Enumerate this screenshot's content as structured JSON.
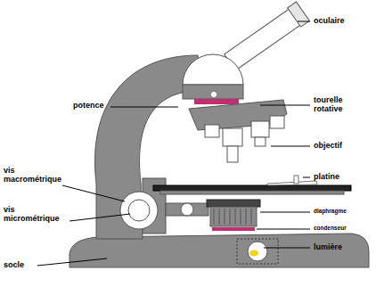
{
  "diagram": {
    "labels": [
      "oculaire",
      "potence",
      "tourelle rotative",
      "objectif",
      "platine",
      "vis macrométrique",
      "diaphragme",
      "vis micrométrique",
      "condenseur",
      "lumière",
      "socle"
    ]
  }
}
